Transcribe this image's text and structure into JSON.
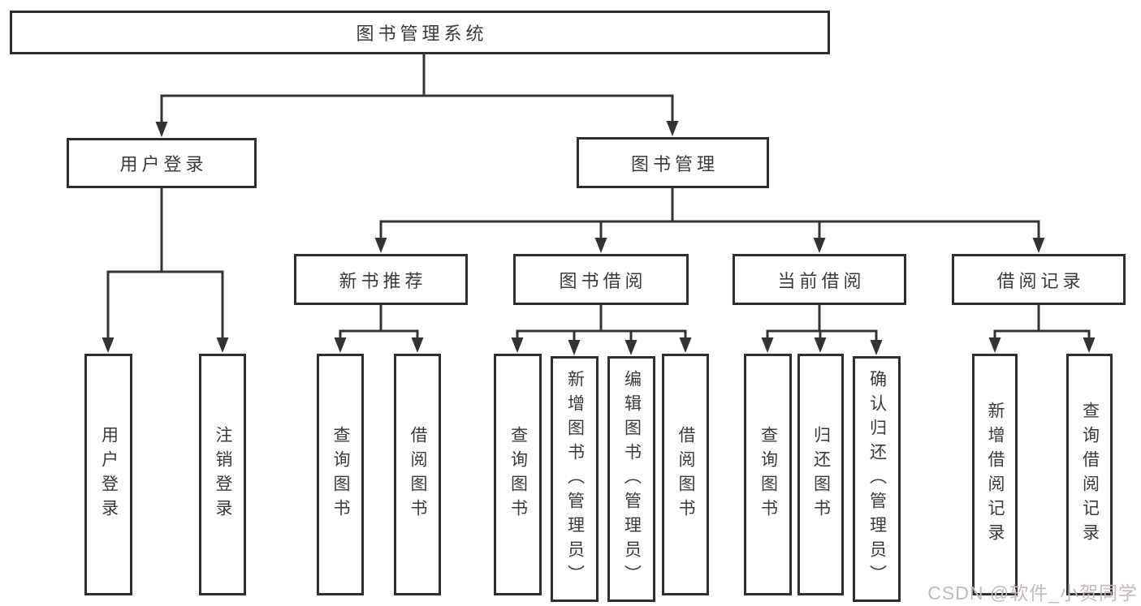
{
  "colors": {
    "line": "#333333",
    "box_border": "#2f2f2f",
    "text": "#3a3a3a",
    "background": "#ffffff",
    "watermark": "#c3bbba"
  },
  "nodes": {
    "root": "图书管理系统",
    "user_login": "用户登录",
    "book_mgmt": "图书管理",
    "new_book_rec": "新书推荐",
    "book_borrow": "图书借阅",
    "current_borrow": "当前借阅",
    "borrow_records": "借阅记录",
    "leaf_user_login": "用户登录",
    "leaf_logout": "注销登录",
    "leaf_query_book_1": "查询图书",
    "leaf_borrow_book_1": "借阅图书",
    "leaf_query_book_2": "查询图书",
    "leaf_add_book": "新增图书（管理员）",
    "leaf_edit_book": "编辑图书（管理员）",
    "leaf_borrow_book_2": "借阅图书",
    "leaf_query_book_3": "查询图书",
    "leaf_return_book": "归还图书",
    "leaf_confirm_return": "确认归还（管理员）",
    "leaf_add_record": "新增借阅记录",
    "leaf_query_record": "查询借阅记录"
  },
  "hierarchy": {
    "图书管理系统": {
      "用户登录": [
        "用户登录",
        "注销登录"
      ],
      "图书管理": {
        "新书推荐": [
          "查询图书",
          "借阅图书"
        ],
        "图书借阅": [
          "查询图书",
          "新增图书（管理员）",
          "编辑图书（管理员）",
          "借阅图书"
        ],
        "当前借阅": [
          "查询图书",
          "归还图书",
          "确认归还（管理员）"
        ],
        "借阅记录": [
          "新增借阅记录",
          "查询借阅记录"
        ]
      }
    }
  },
  "watermark": {
    "text": "CSDN @软件_小贺同学"
  }
}
